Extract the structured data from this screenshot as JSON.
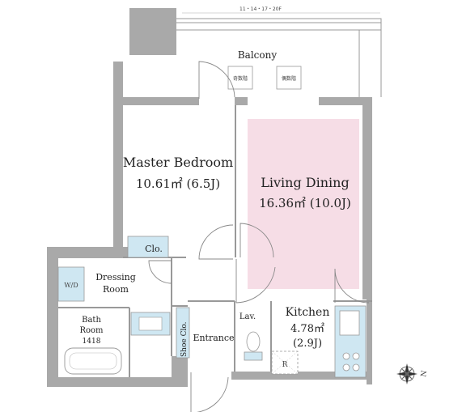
{
  "floor_note": "11・14・17・20F",
  "rooms": {
    "balcony": "Balcony",
    "master_bedroom": {
      "name": "Master Bedroom",
      "area": "10.61㎡ (6.5J)"
    },
    "living_dining": {
      "name": "Living Dining",
      "area": "16.36㎡ (10.0J)"
    },
    "kitchen": {
      "name": "Kitchen",
      "area": "4.78㎡",
      "size": "(2.9J)"
    },
    "dressing_room": {
      "line1": "Dressing",
      "line2": "Room"
    },
    "bath_room": {
      "line1": "Bath",
      "line2": "Room",
      "line3": "1418"
    },
    "entrance": "Entrance",
    "lavatory": "Lav."
  },
  "fixtures": {
    "closet": "Clo.",
    "shoe_closet": "Shoe Clo.",
    "washer_dryer": "W/D",
    "refrigerator": "R",
    "balcony_unit_odd": "奇数階",
    "balcony_unit_even": "偶数階"
  },
  "colors": {
    "wall": "#a9a9a9",
    "living_highlight": "#f6dde6",
    "fixture_blue": "#cfe7f2"
  },
  "compass": "N"
}
